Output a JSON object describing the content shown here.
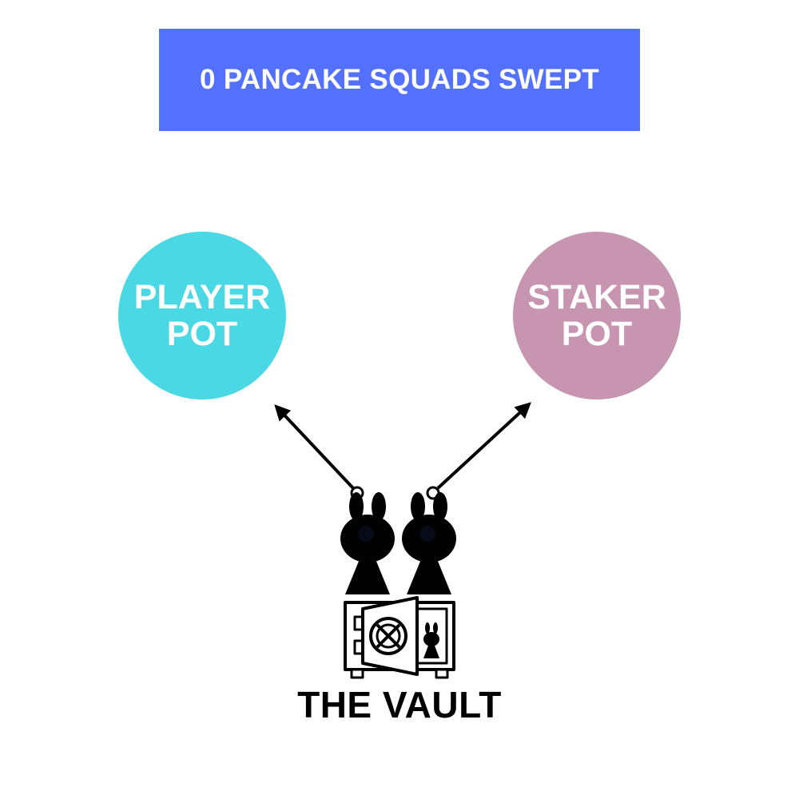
{
  "banner": {
    "text": "0 PANCAKE SQUADS SWEPT",
    "color": "#5470ff"
  },
  "pots": {
    "player": {
      "line1": "PLAYER",
      "line2": "POT",
      "color": "#4ad9e4"
    },
    "staker": {
      "line1": "STAKER",
      "line2": "POT",
      "color": "#c895b1"
    }
  },
  "vault": {
    "label": "THE VAULT",
    "icon": "vault-safe-icon"
  },
  "icons": {
    "bunny": "bunny-silhouette-icon",
    "arrow": "arrow-icon"
  }
}
